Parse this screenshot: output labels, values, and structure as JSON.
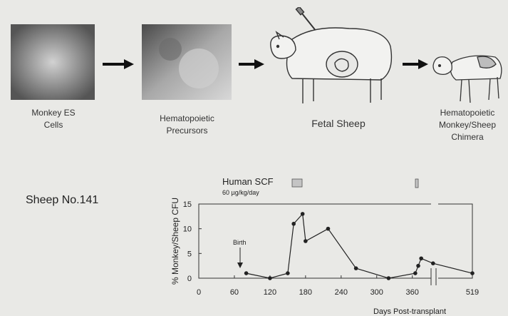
{
  "steps": [
    {
      "caption_line1": "Monkey ES",
      "caption_line2": "Cells"
    },
    {
      "caption_line1": "Hematopoietic",
      "caption_line2": "Precursors"
    },
    {
      "caption_line1": "Fetal Sheep",
      "caption_line2": ""
    },
    {
      "caption_line1": "Hematopoietic",
      "caption_line2": "Monkey/Sheep",
      "caption_line3": "Chimera"
    }
  ],
  "sheep_label": "Sheep No.141",
  "treatment": {
    "label": "Human SCF",
    "dose": "60 µg/kg/day"
  },
  "birth_label": "Birth",
  "colors": {
    "background": "#e9e9e6",
    "line": "#222222",
    "scf_box": "#c4c4c4"
  },
  "chart_data": {
    "type": "line",
    "xlabel": "Days Post-transplant",
    "ylabel": "% Monkey/Sheep CFU",
    "x_ticks": [
      "0",
      "60",
      "120",
      "180",
      "240",
      "300",
      "360",
      "519"
    ],
    "y_ticks": [
      "0",
      "5",
      "10",
      "15"
    ],
    "ylim": [
      0,
      15
    ],
    "axis_break_between": [
      "360",
      "519"
    ],
    "series": [
      {
        "points": [
          {
            "x": 80,
            "y": 1
          },
          {
            "x": 120,
            "y": 0
          },
          {
            "x": 150,
            "y": 1
          },
          {
            "x": 160,
            "y": 11
          },
          {
            "x": 175,
            "y": 13
          },
          {
            "x": 180,
            "y": 7.5
          },
          {
            "x": 218,
            "y": 10
          },
          {
            "x": 265,
            "y": 2
          },
          {
            "x": 320,
            "y": 0
          },
          {
            "x": 365,
            "y": 1
          },
          {
            "x": 370,
            "y": 2.5
          },
          {
            "x": 375,
            "y": 4
          },
          {
            "x": 395,
            "y": 3
          },
          {
            "x": 519,
            "y": 1
          }
        ]
      }
    ]
  }
}
